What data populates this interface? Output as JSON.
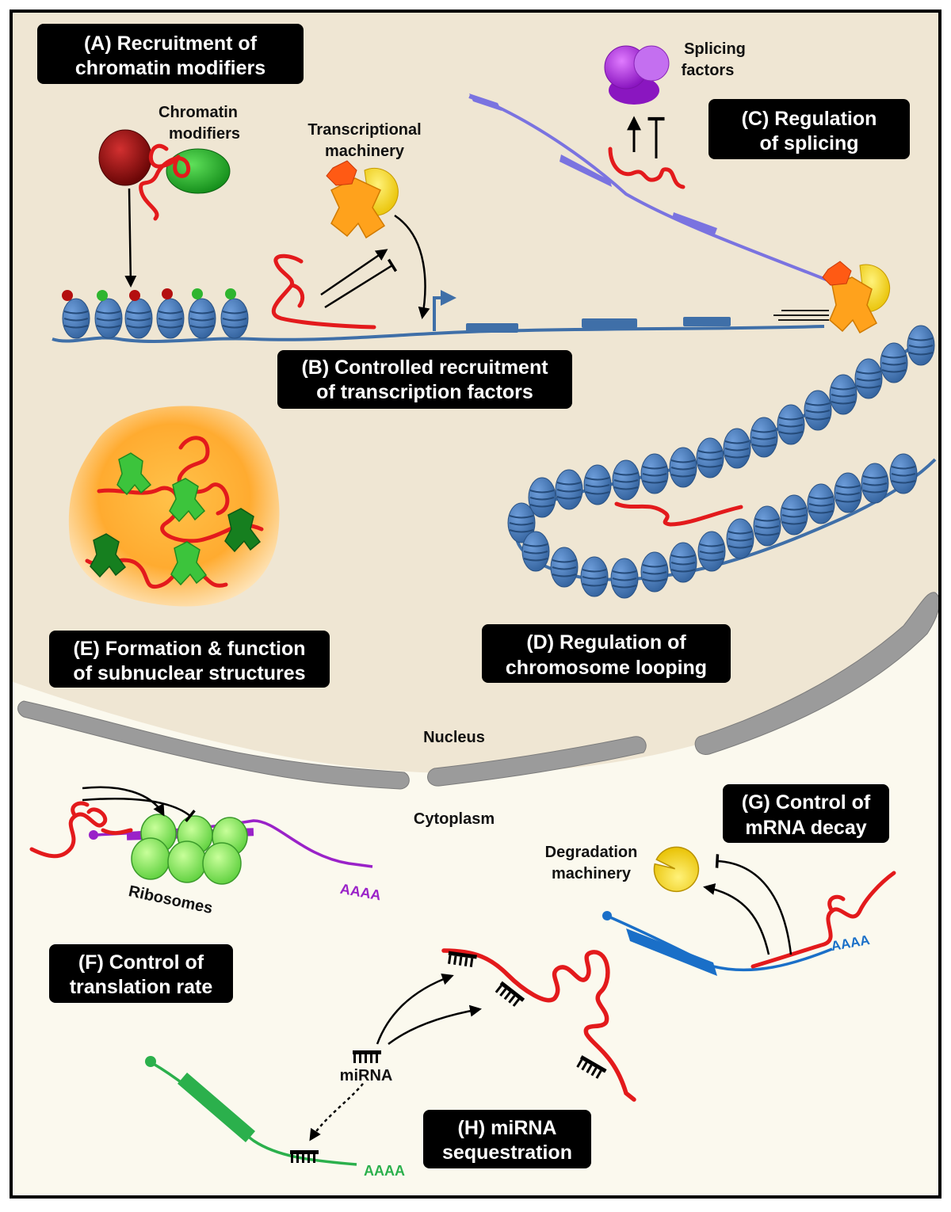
{
  "colors": {
    "nucleus_fill": "#efe6d3",
    "cytoplasm_fill": "#fbf9ee",
    "envelope": "#9b9b9b",
    "dna": "#3f6fa8",
    "nucleosome": "#4a7cbf",
    "lncrna": "#e31a1c",
    "box_bg": "#000000",
    "splice": "#9b2fd6",
    "nascent": "#7a73e0",
    "green_protein": "#33b535",
    "mrna_purple": "#9a22c8",
    "mrna_blue": "#1a6fc8",
    "mrna_green": "#2bb04c"
  },
  "labels": {
    "a": {
      "line1": "(A) Recruitment of",
      "line2": "chromatin modifiers"
    },
    "b": {
      "line1": "(B) Controlled recruitment",
      "line2": "of transcription factors"
    },
    "c": {
      "line1": "(C) Regulation",
      "line2": "of splicing"
    },
    "d": {
      "line1": "(D) Regulation of",
      "line2": "chromosome looping"
    },
    "e": {
      "line1": "(E) Formation & function",
      "line2": "of subnuclear structures"
    },
    "f": {
      "line1": "(F) Control of",
      "line2": "translation rate"
    },
    "g": {
      "line1": "(G) Control of",
      "line2": "mRNA decay"
    },
    "h": {
      "line1": "(H) miRNA",
      "line2": "sequestration"
    }
  },
  "annotations": {
    "chromatin_modifiers": {
      "line1": "Chromatin",
      "line2": "modifiers"
    },
    "transcriptional_machinery": {
      "line1": "Transcriptional",
      "line2": "machinery"
    },
    "splicing_factors": {
      "line1": "Splicing",
      "line2": "factors"
    },
    "degradation_machinery": {
      "line1": "Degradation",
      "line2": "machinery"
    },
    "nucleus": "Nucleus",
    "cytoplasm": "Cytoplasm",
    "ribosomes": "Ribosomes",
    "mirna": "miRNA",
    "polya_f": "AAAA",
    "polya_g": "AAAA",
    "polya_h": "AAAA"
  }
}
